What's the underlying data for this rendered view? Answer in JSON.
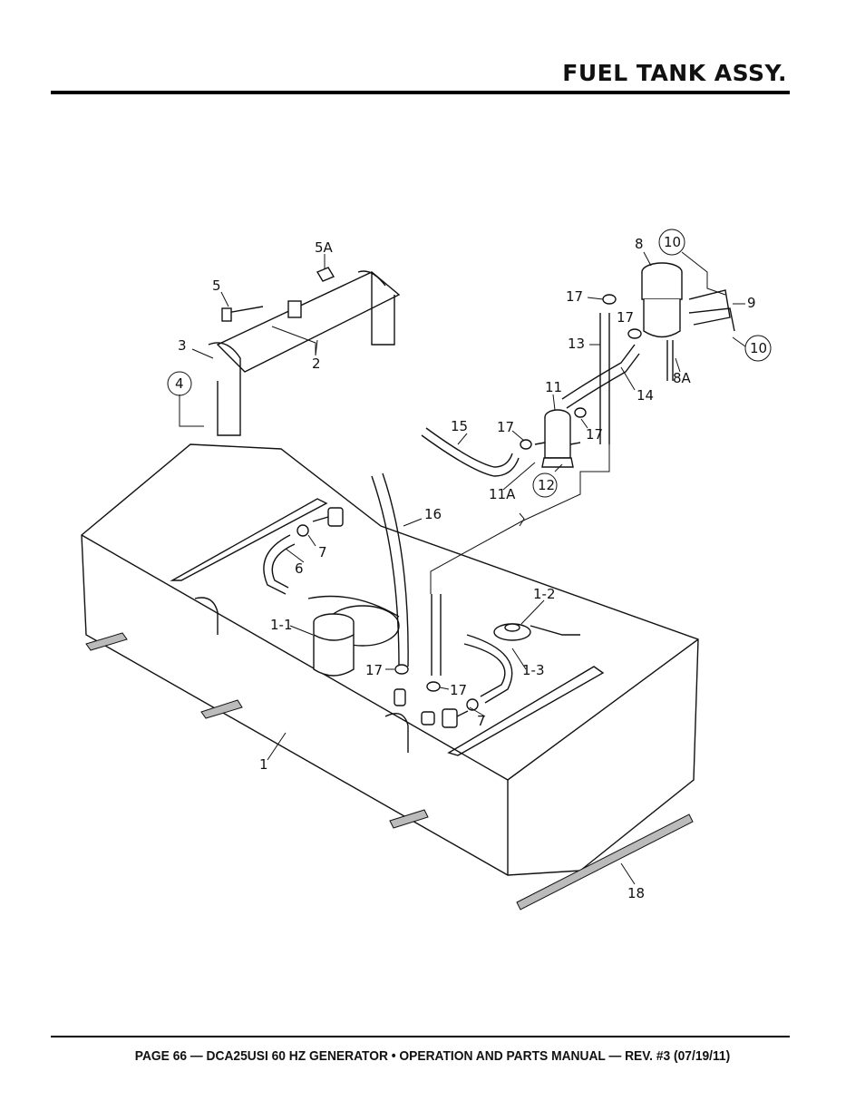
{
  "header": {
    "title": "FUEL TANK ASSY."
  },
  "footer": {
    "text": "PAGE 66 — DCA25USI 60 HZ GENERATOR • OPERATION AND PARTS MANUAL — REV. #3 (07/19/11)"
  },
  "callouts": {
    "c1": "1",
    "c1_1": "1-1",
    "c1_2": "1-2",
    "c1_3": "1-3",
    "c2": "2",
    "c3": "3",
    "c4": "4",
    "c5": "5",
    "c5a": "5A",
    "c6": "6",
    "c7a": "7",
    "c7b": "7",
    "c8": "8",
    "c8a": "8A",
    "c9": "9",
    "c10a": "10",
    "c10b": "10",
    "c11": "11",
    "c11a": "11A",
    "c12": "12",
    "c13": "13",
    "c14": "14",
    "c15": "15",
    "c16": "16",
    "c17a": "17",
    "c17b": "17",
    "c17c": "17",
    "c17d": "17",
    "c17e": "17",
    "c17f": "17",
    "c18": "18"
  }
}
